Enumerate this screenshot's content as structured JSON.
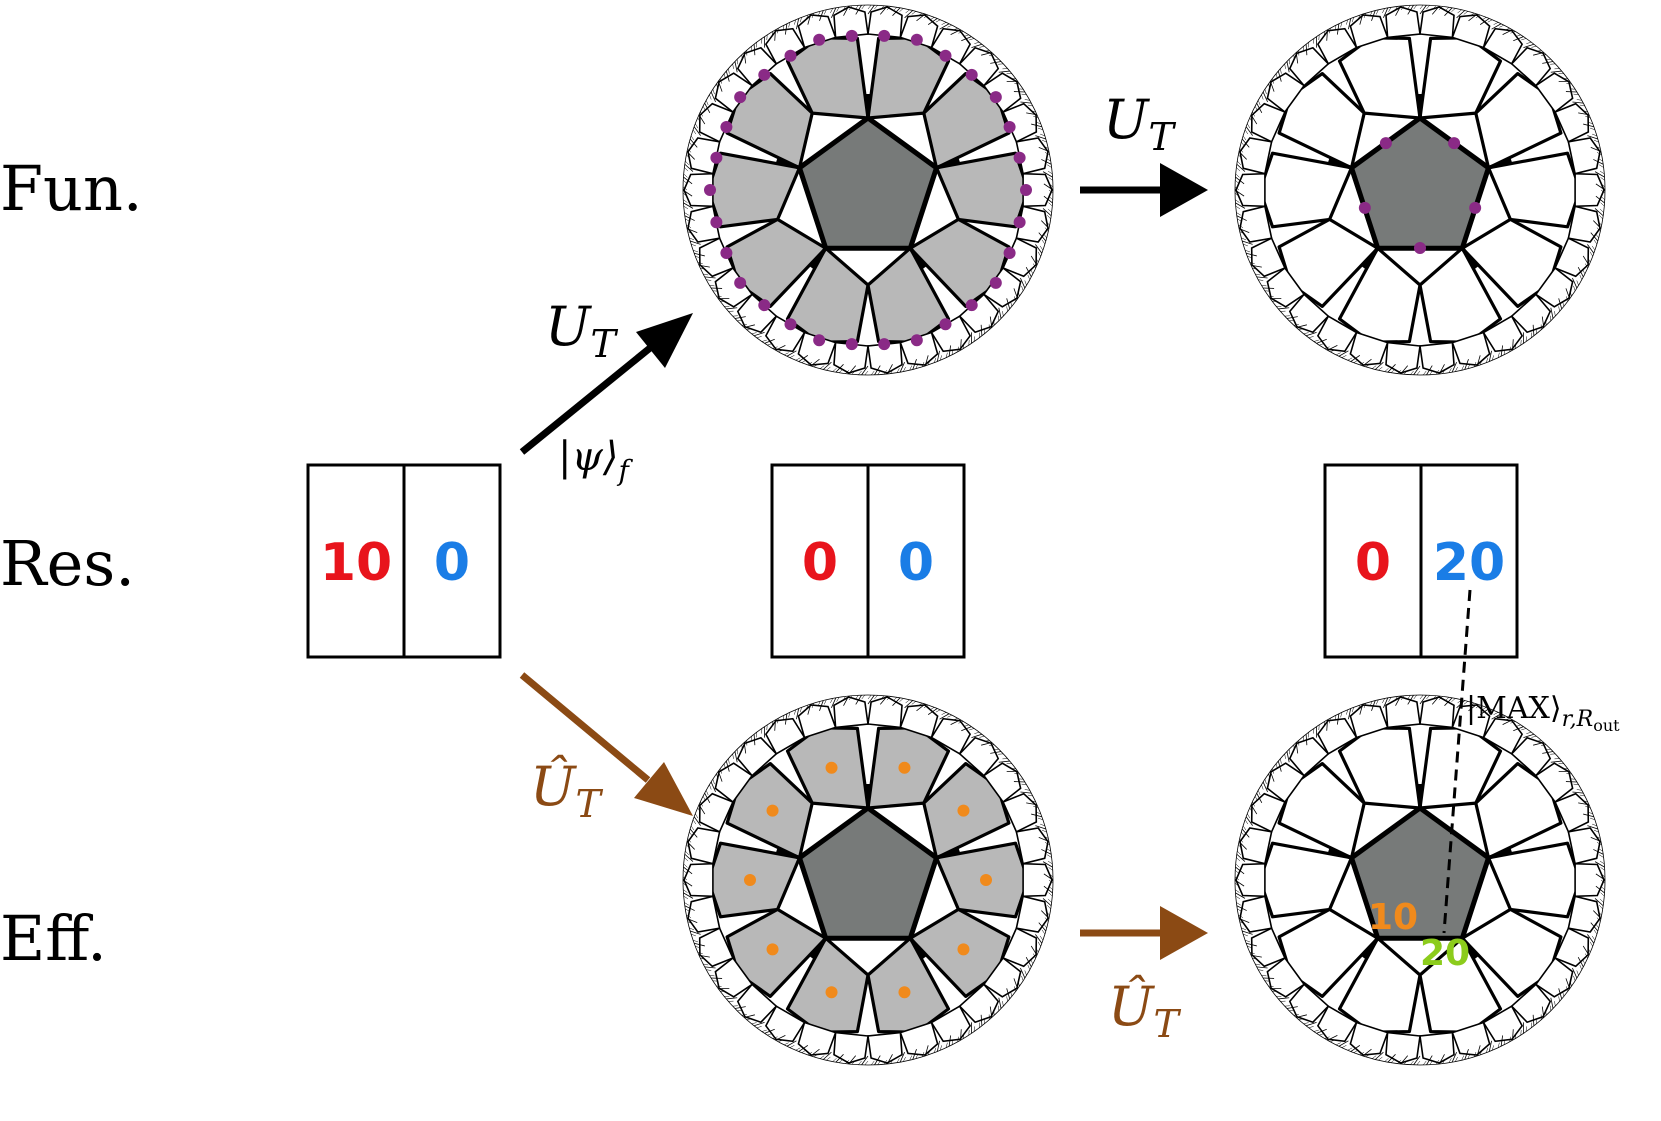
{
  "rows": {
    "fun": "Fun.",
    "res": "Res.",
    "eff": "Eff."
  },
  "labels": {
    "U_base": "U",
    "U_sub": "T",
    "Uhat_base": "Û",
    "Uhat_sub": "T",
    "psi_ket": "|ψ⟩",
    "psi_sub": "f",
    "max_ket": "|MAX⟩",
    "max_sub": "r,R",
    "max_subsub": "out"
  },
  "registers": [
    {
      "left": "10",
      "right": "0"
    },
    {
      "left": "0",
      "right": "0"
    },
    {
      "left": "0",
      "right": "20"
    }
  ],
  "bulk_numbers": {
    "orange": "10",
    "green": "20"
  },
  "colors": {
    "red": "#e8141c",
    "blue": "#1a7de6",
    "brown": "#8b4a14",
    "purple": "#8a2a86",
    "orange": "#f08a1c",
    "green": "#8ccc1c",
    "dark_gray": "#777a79",
    "light_gray": "#b8b8b8"
  },
  "icons": {
    "arrows": "arrow-icon",
    "tilings": "hyperbolic-tiling-icon"
  }
}
